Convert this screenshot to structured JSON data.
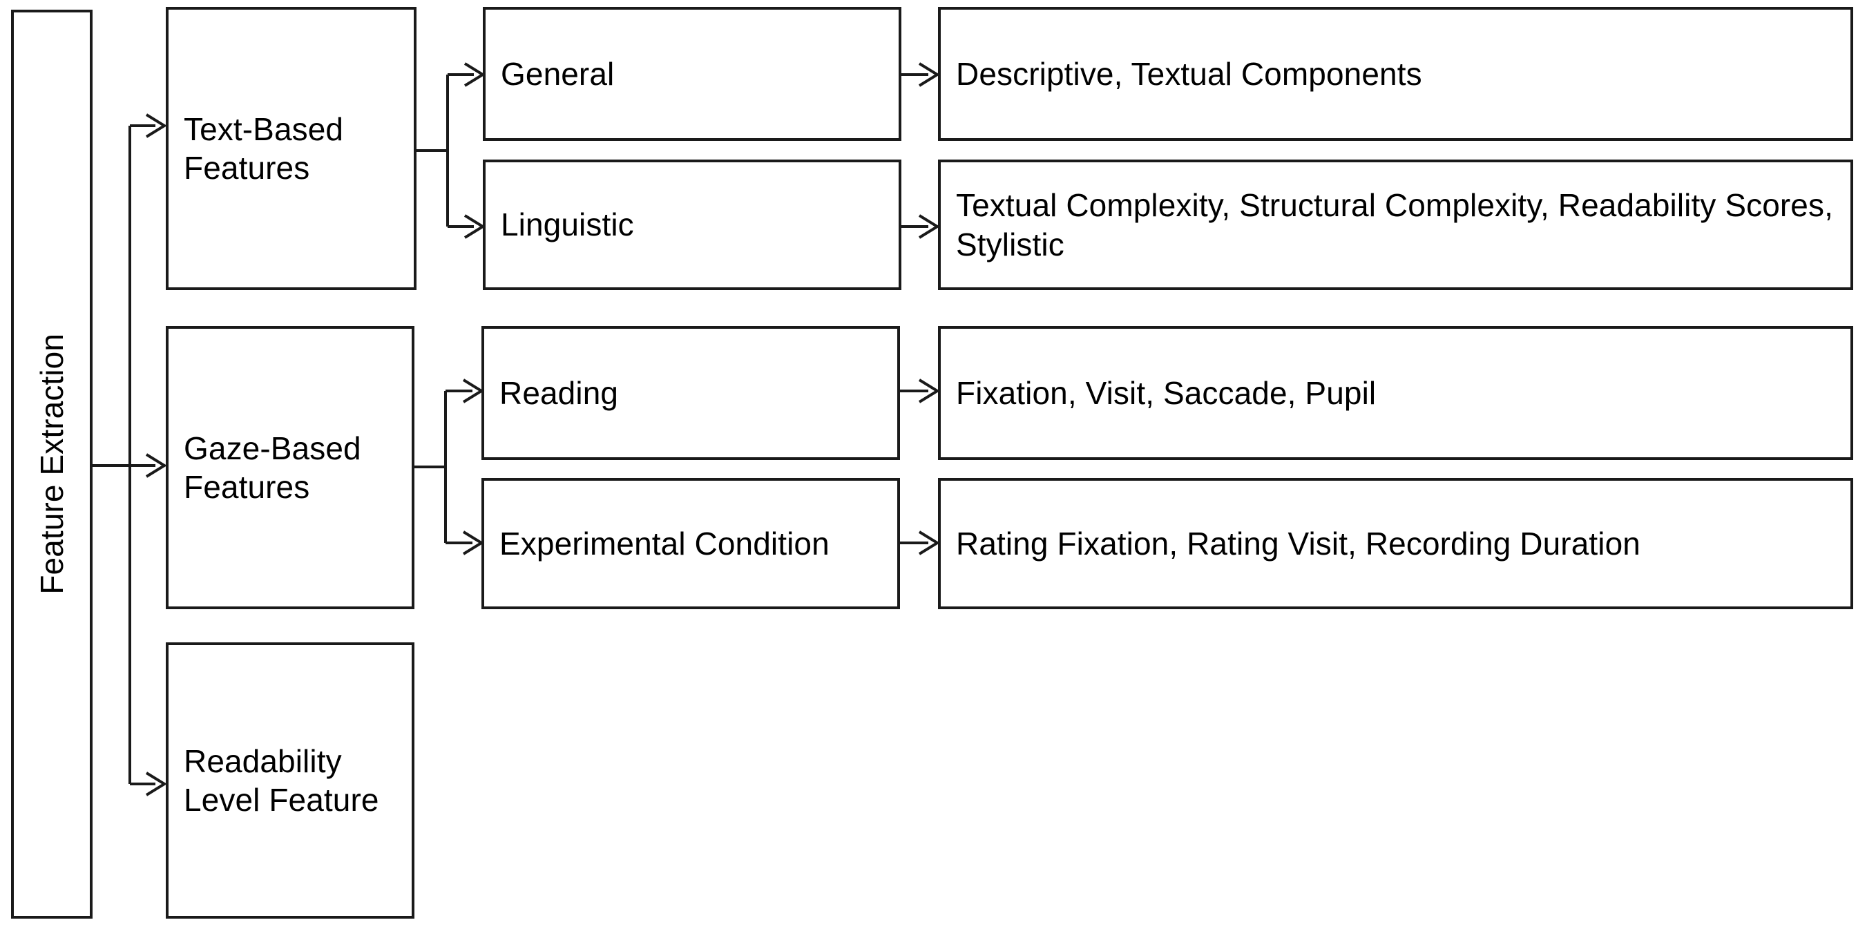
{
  "diagram": {
    "title_box": {
      "label": "Feature Extraction"
    },
    "branches": [
      {
        "id": "text-based",
        "label": "Text-Based\nFeatures",
        "children": [
          {
            "id": "general",
            "label": "General",
            "detail": "Descriptive, Textual Components"
          },
          {
            "id": "linguistic",
            "label": "Linguistic",
            "detail": "Textual Complexity, Structural Complexity, Readability Scores, Stylistic"
          }
        ]
      },
      {
        "id": "gaze-based",
        "label": "Gaze-Based\nFeatures",
        "children": [
          {
            "id": "reading",
            "label": "Reading",
            "detail": "Fixation, Visit, Saccade, Pupil"
          },
          {
            "id": "experimental-condition",
            "label": "Experimental Condition",
            "detail": "Rating Fixation, Rating Visit, Recording Duration"
          }
        ]
      },
      {
        "id": "readability-level",
        "label": "Readability\nLevel Feature",
        "children": []
      }
    ],
    "colors": {
      "stroke": "#1a1a1a",
      "background": "#ffffff",
      "text": "#000000"
    }
  }
}
